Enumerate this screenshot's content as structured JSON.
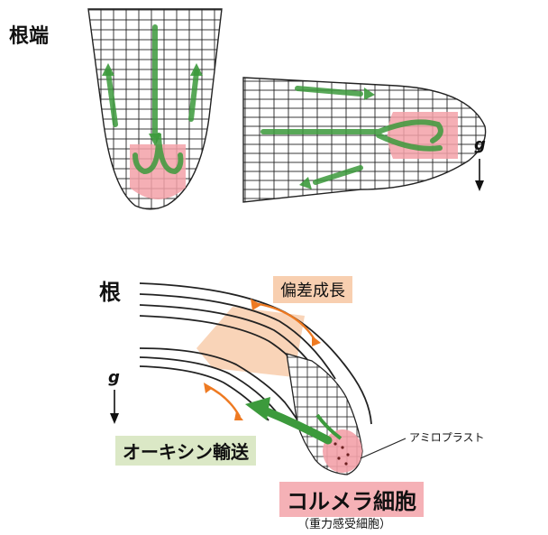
{
  "labels": {
    "root_tip": "根端",
    "root": "根",
    "gravity_top": "g",
    "gravity_bottom": "g",
    "differential_growth": "偏差成長",
    "auxin_transport": "オーキシン輸送",
    "columella_cell": "コルメラ細胞",
    "gravity_sensing_cell": "（重力感受細胞）",
    "amyloplast": "アミロプラスト"
  },
  "colors": {
    "auxin_arrow": "#3c9a3c",
    "columella": "#f3a1a8",
    "growth_zone": "#f8cfb0",
    "bending_arrow": "#ee7a22",
    "cell_outline": "#222222"
  }
}
